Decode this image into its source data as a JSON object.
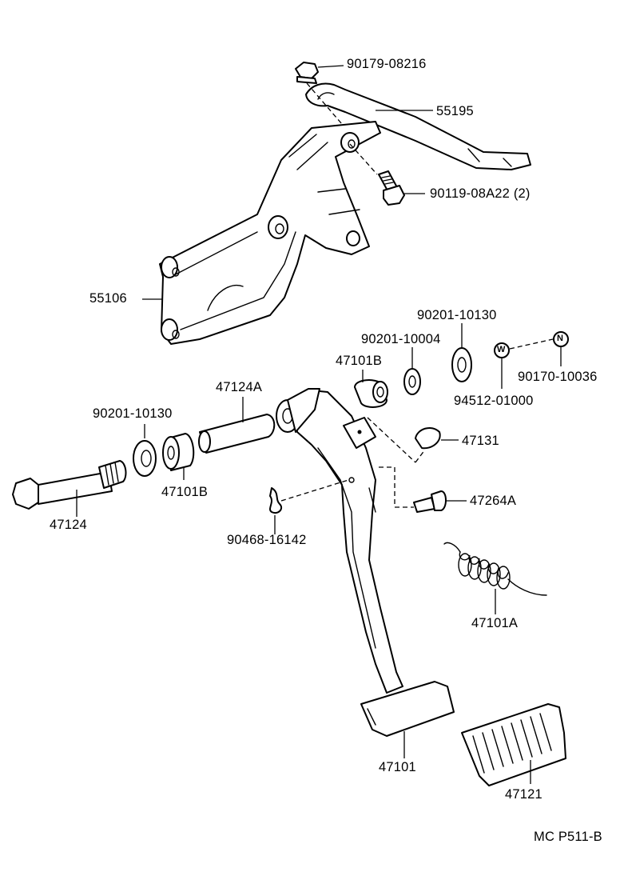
{
  "diagram": {
    "labels": {
      "p90179_08216": "90179-08216",
      "p55195": "55195",
      "p90119_08A22": "90119-08A22 (2)",
      "p55106": "55106",
      "p90201_10130_top": "90201-10130",
      "p90201_10004": "90201-10004",
      "p47101B_top": "47101B",
      "p90170_10036": "90170-10036",
      "p94512_01000": "94512-01000",
      "p47124A": "47124A",
      "p90201_10130_left": "90201-10130",
      "p47131": "47131",
      "p47101B_left": "47101B",
      "p47264A": "47264A",
      "p47124": "47124",
      "p90468_16142": "90468-16142",
      "p47101A": "47101A",
      "p47101": "47101",
      "p47121": "47121",
      "footer_code": "MC P511-B"
    },
    "markers": {
      "washer_mark": "W",
      "nut_mark": "N"
    }
  }
}
